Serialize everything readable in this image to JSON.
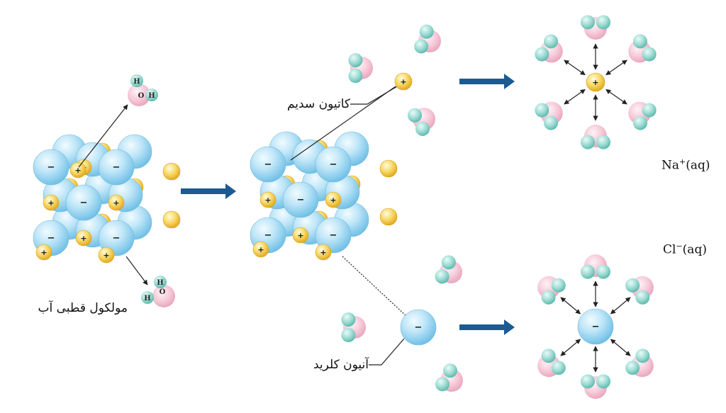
{
  "labels": {
    "water_molecule": "مولکول قطبی آب",
    "sodium_cation": "کاتیون سدیم",
    "chloride_anion": "آنیون کلرید",
    "na_symbol": "Na",
    "na_charge": "+",
    "na_state": "(aq)",
    "cl_symbol": "Cl",
    "cl_charge": "−",
    "cl_state": "(aq)"
  },
  "atoms": {
    "hydrogen": "H",
    "oxygen": "O"
  },
  "ion_signs": {
    "cation": "+",
    "anion": "−"
  },
  "colors": {
    "anion_fill": "#a9dcf3",
    "cation_fill": "#f7d25a",
    "oxygen_fill": "#f6c7d7",
    "hydrogen_fill": "#8fd7cf",
    "arrow_blue": "#1c5a92"
  }
}
